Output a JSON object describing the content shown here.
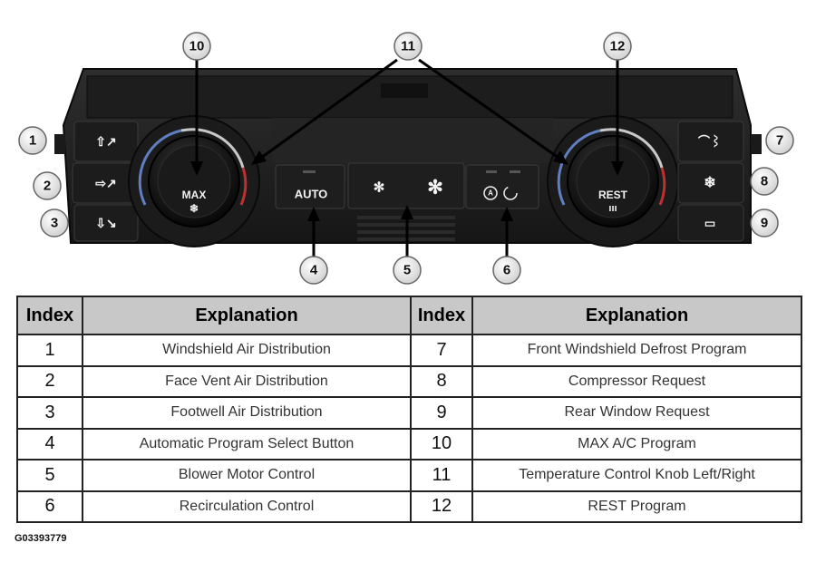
{
  "panel": {
    "left_knob_label": "MAX",
    "auto_label": "AUTO",
    "right_knob_label": "REST"
  },
  "callouts": [
    "1",
    "2",
    "3",
    "4",
    "5",
    "6",
    "7",
    "8",
    "9",
    "10",
    "11",
    "12"
  ],
  "table": {
    "headers": [
      "Index",
      "Explanation",
      "Index",
      "Explanation"
    ],
    "rows": [
      {
        "left_index": "1",
        "left_text": "Windshield Air Distribution",
        "right_index": "7",
        "right_text": "Front Windshield Defrost Program"
      },
      {
        "left_index": "2",
        "left_text": "Face Vent Air Distribution",
        "right_index": "8",
        "right_text": "Compressor Request"
      },
      {
        "left_index": "3",
        "left_text": "Footwell Air Distribution",
        "right_index": "9",
        "right_text": "Rear Window Request"
      },
      {
        "left_index": "4",
        "left_text": "Automatic Program Select Button",
        "right_index": "10",
        "right_text": "MAX A/C Program"
      },
      {
        "left_index": "5",
        "left_text": "Blower Motor Control",
        "right_index": "11",
        "right_text": "Temperature Control Knob Left/Right"
      },
      {
        "left_index": "6",
        "left_text": "Recirculation Control",
        "right_index": "12",
        "right_text": "REST Program"
      }
    ]
  },
  "figure_id": "G03393779"
}
